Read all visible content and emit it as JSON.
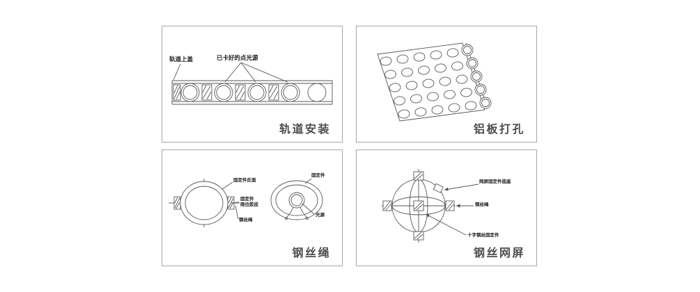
{
  "colors": {
    "line": "#555555",
    "title": "#4d4d4d",
    "panel_border": "#a6a6a6",
    "label_text": "#1a1a1a",
    "background": "#ffffff"
  },
  "panels": {
    "track_install": {
      "title": "轨道安装",
      "labels": {
        "track_top_cover": "轨道上盖",
        "clipped_point_lights": "已卡好的点光源"
      }
    },
    "aluminum_drilling": {
      "title": "铝板打孔"
    },
    "wire_rope": {
      "title": "钢丝绳",
      "labels": {
        "fixture_back": "固定件反面",
        "fixture_limit_line1": "固定件",
        "fixture_limit_line2": "限位胶皮",
        "wire_rope": "钢丝绳",
        "fixture_front": "固定件",
        "light_source": "光源"
      }
    },
    "wire_mesh_screen": {
      "title": "钢丝网屏",
      "labels": {
        "mesh_fixture_base": "网屏固定件底座",
        "wire_rope": "钢丝绳",
        "cross_wire_fixture": "十字钢丝固定件"
      }
    }
  }
}
